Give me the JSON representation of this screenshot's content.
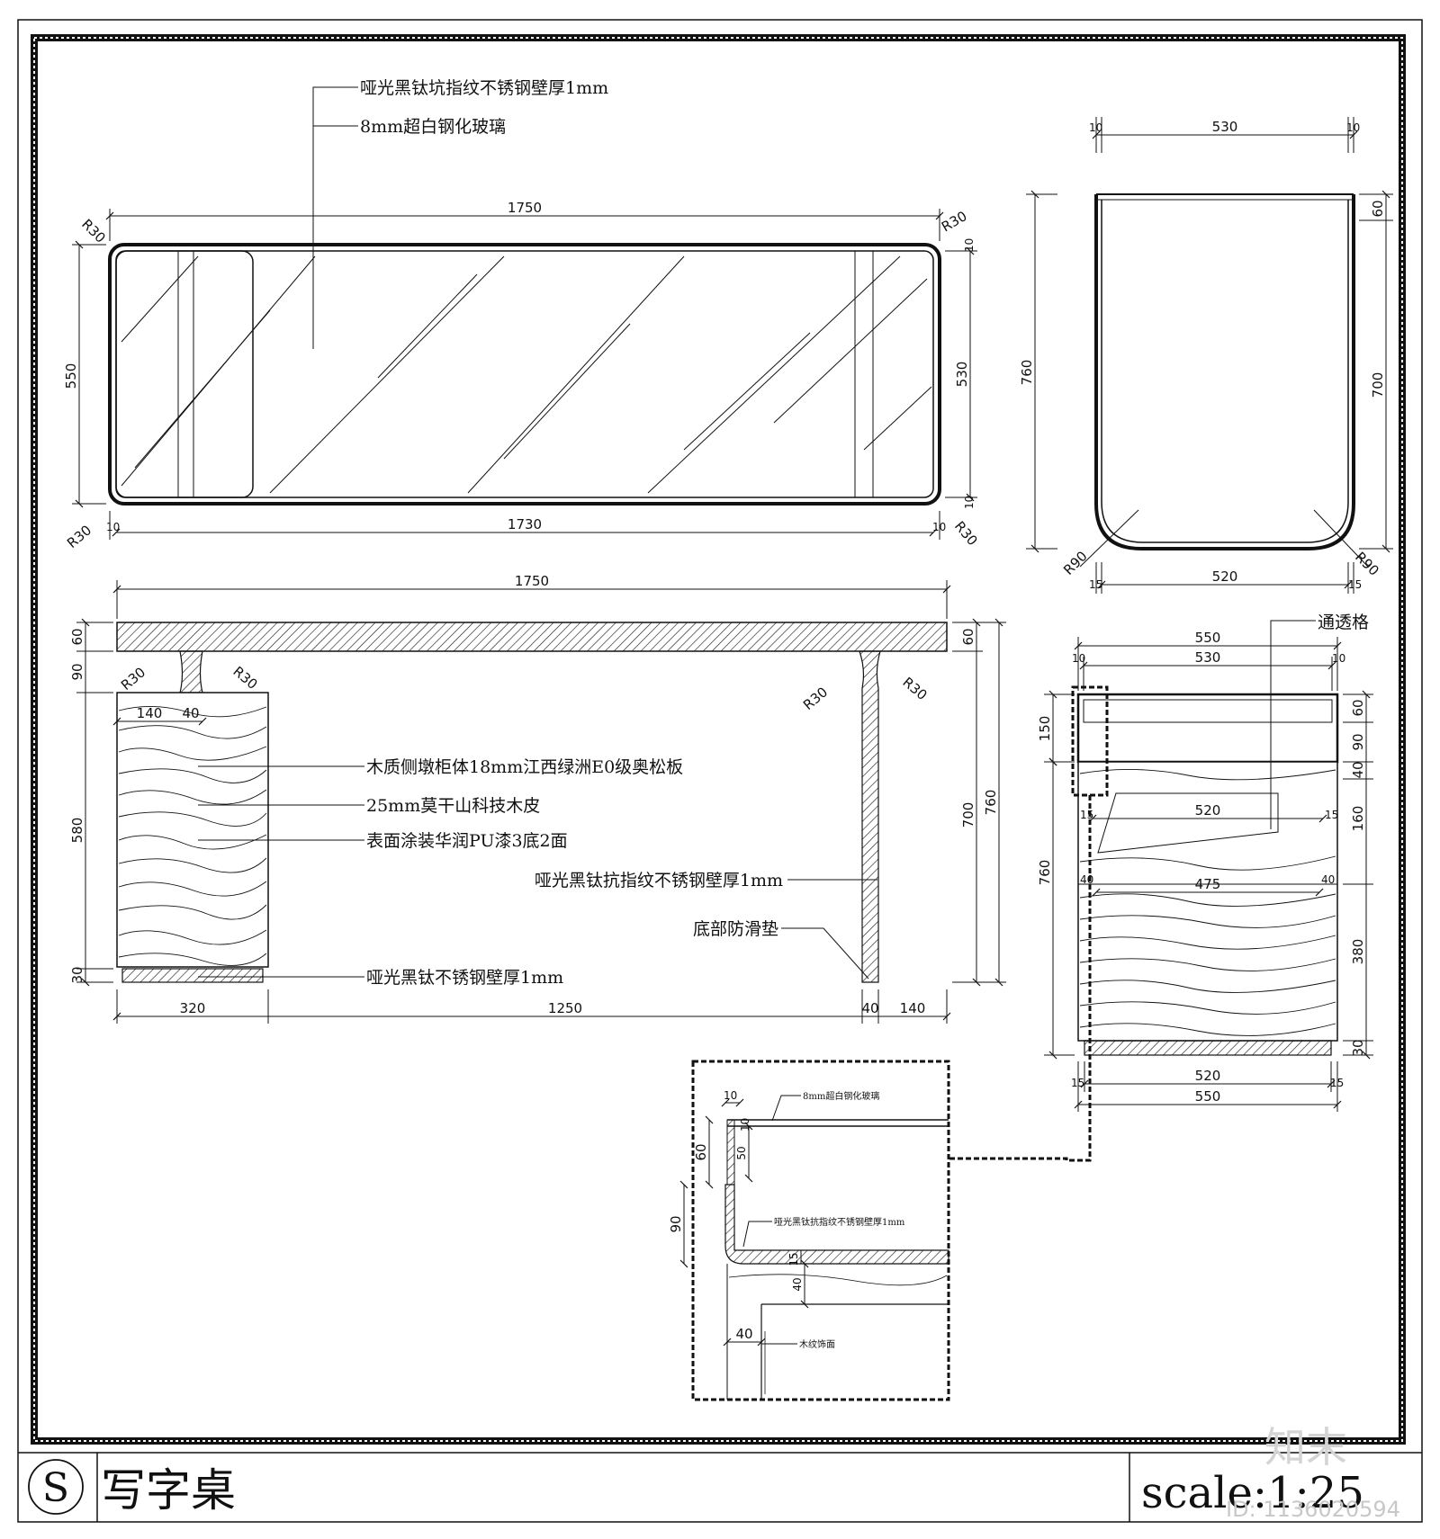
{
  "title_block": {
    "symbol": "S",
    "title": "写字桌",
    "scale": "scale:1:25"
  },
  "watermark": {
    "logo": "知末",
    "id": "ID: 1136020594"
  },
  "top_plan": {
    "note_titanium": "哑光黑钛坑指纹不锈钢壁厚1mm",
    "note_glass": "8mm超白钢化玻璃",
    "dim_top": "1750",
    "dim_bottom": "1730",
    "dim_left": "550",
    "dim_right": "530",
    "r_tl": "R30",
    "r_tr": "R30",
    "r_bl": "R30",
    "r_br": "R30",
    "d10_a": "10",
    "d10_b": "10",
    "d10_c": "10",
    "d10_d": "10"
  },
  "side_profile": {
    "dim_top": "530",
    "d10_l": "10",
    "d10_r": "10",
    "dim_left": "760",
    "dim_r60": "60",
    "dim_r700": "700",
    "dim_bottom": "520",
    "d15_l": "15",
    "d15_r": "15",
    "r_l": "R90",
    "r_r": "R90"
  },
  "front_elevation": {
    "dim_top": "1750",
    "dim_l60": "60",
    "dim_l90": "90",
    "dim_l580": "580",
    "dim_l30": "30",
    "dim_r60": "60",
    "dim_r700": "700",
    "dim_r760": "760",
    "d140": "140",
    "d40": "40",
    "r1": "R30",
    "r2": "R30",
    "r3": "R30",
    "r4": "R30",
    "note_wood": "木质侧墩柜体18mm江西绿洲E0级奥松板",
    "note_veneer": "25mm莫干山科技木皮",
    "note_paint": "表面涂装华润PU漆3底2面",
    "note_leg": "哑光黑钛抗指纹不锈钢壁厚1mm",
    "note_pad": "底部防滑垫",
    "note_base": "哑光黑钛不锈钢壁厚1mm",
    "dim_b320": "320",
    "dim_b1250": "1250",
    "dim_b40": "40",
    "dim_b140": "140"
  },
  "cabinet_side": {
    "label_open": "通透格",
    "dim_550": "550",
    "dim_530": "530",
    "d10_l": "10",
    "d10_r": "10",
    "dim_l150": "150",
    "dim_l760": "760",
    "dim_r60": "60",
    "dim_r90": "90",
    "dim_r40": "40",
    "dim_r160": "160",
    "dim_r380": "380",
    "dim_r30": "30",
    "dim_520a": "520",
    "d15_l": "15",
    "d15_r": "15",
    "dim_475": "475",
    "d40_l": "40",
    "d40_r": "40",
    "dim_b520": "520",
    "d15_bl": "15",
    "d15_br": "15",
    "dim_b550": "550"
  },
  "detail": {
    "note_glass": "8mm超白钢化玻璃",
    "note_steel": "哑光黑钛抗指纹不锈钢壁厚1mm",
    "note_wood": "木纹饰面",
    "d10": "10",
    "d10b": "10",
    "d50": "50",
    "d60": "60",
    "d90": "90",
    "d15": "15",
    "d40v": "40",
    "d40h": "40"
  }
}
